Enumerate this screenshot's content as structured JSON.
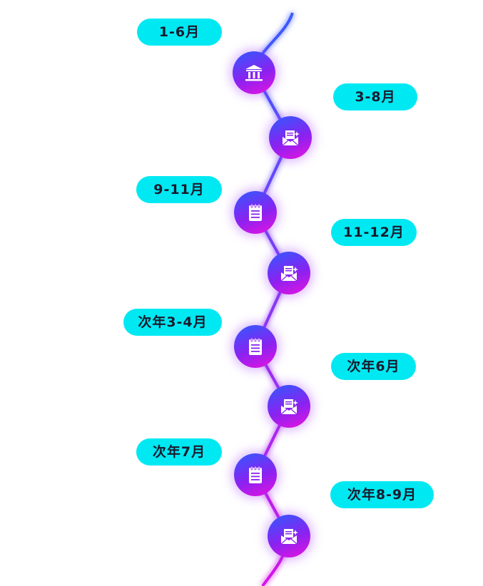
{
  "colors": {
    "pill_bg": "#00e9f2",
    "pill_text": "#1a1a2e",
    "line_top": "#3a5bff",
    "line_bottom": "#d414e8",
    "node_top": "#2f5bff",
    "node_bottom": "#e813e0",
    "icon": "#ffffff"
  },
  "milestones": [
    {
      "label": "1-6月",
      "icon": "bank-icon"
    },
    {
      "label": "3-8月",
      "icon": "envelope-letter-icon"
    },
    {
      "label": "9-11月",
      "icon": "notepad-icon"
    },
    {
      "label": "11-12月",
      "icon": "envelope-letter-icon"
    },
    {
      "label": "次年3-4月",
      "icon": "notepad-icon"
    },
    {
      "label": "次年6月",
      "icon": "envelope-letter-icon"
    },
    {
      "label": "次年7月",
      "icon": "notepad-icon"
    },
    {
      "label": "次年8-9月",
      "icon": "envelope-letter-icon"
    }
  ]
}
